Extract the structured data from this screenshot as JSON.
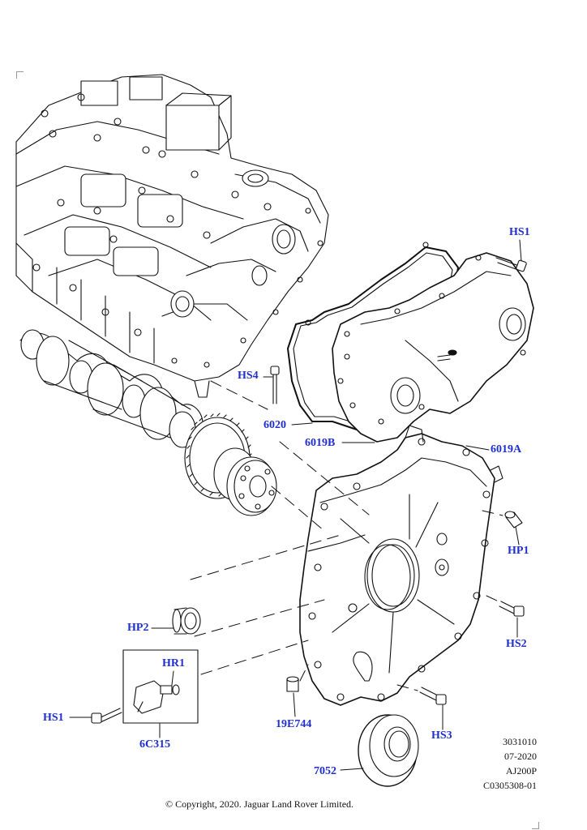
{
  "labels": {
    "hs1_top": "HS1",
    "hs4": "HS4",
    "p6020": "6020",
    "p6019b": "6019B",
    "p6019a": "6019A",
    "hp1": "HP1",
    "hs2": "HS2",
    "hp2": "HP2",
    "hr1": "HR1",
    "hs1_left": "HS1",
    "p6c315": "6C315",
    "p19e744": "19E744",
    "hs3": "HS3",
    "p7052": "7052"
  },
  "reference": {
    "line1": "3031010",
    "line2": "07-2020",
    "line3": "AJ200P",
    "line4": "C0305308-01"
  },
  "copyright": "© Copyright, 2020. Jaguar Land Rover Limited.",
  "colors": {
    "label": "#1f2fd0",
    "line": "#111111"
  }
}
